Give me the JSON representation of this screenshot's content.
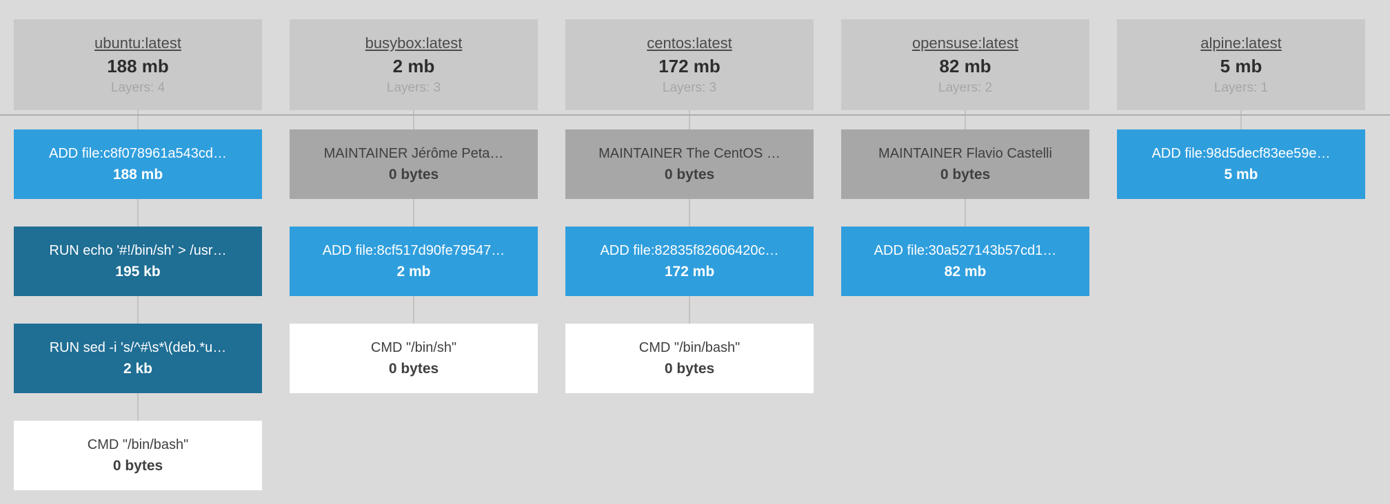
{
  "page": {
    "background": "#dadada",
    "divider_color": "#adadad",
    "connector_color": "#c2c2c2",
    "header_background": "#c9c9c9"
  },
  "colors": {
    "blue": "#2f9edd",
    "teal": "#1f6e94",
    "gray": "#a7a7a7",
    "white": "#ffffff",
    "text_on_color": "#ffffff",
    "text_on_light": "#3f3f3f"
  },
  "columns": [
    {
      "image": "ubuntu:latest",
      "size": "188 mb",
      "layers_label": "Layers: 4",
      "layers": [
        {
          "command": "ADD file:c8f078961a543cd…",
          "size": "188 mb",
          "type": "blue"
        },
        {
          "command": "RUN echo '#!/bin/sh' > /usr…",
          "size": "195 kb",
          "type": "teal"
        },
        {
          "command": "RUN sed -i 's/^#\\s*\\(deb.*u…",
          "size": "2 kb",
          "type": "teal"
        },
        {
          "command": "CMD \"/bin/bash\"",
          "size": "0 bytes",
          "type": "white"
        }
      ]
    },
    {
      "image": "busybox:latest",
      "size": "2 mb",
      "layers_label": "Layers: 3",
      "layers": [
        {
          "command": "MAINTAINER Jérôme Peta…",
          "size": "0 bytes",
          "type": "gray"
        },
        {
          "command": "ADD file:8cf517d90fe79547…",
          "size": "2 mb",
          "type": "blue"
        },
        {
          "command": "CMD \"/bin/sh\"",
          "size": "0 bytes",
          "type": "white"
        }
      ]
    },
    {
      "image": "centos:latest",
      "size": "172 mb",
      "layers_label": "Layers: 3",
      "layers": [
        {
          "command": "MAINTAINER The CentOS …",
          "size": "0 bytes",
          "type": "gray"
        },
        {
          "command": "ADD file:82835f82606420c…",
          "size": "172 mb",
          "type": "blue"
        },
        {
          "command": "CMD \"/bin/bash\"",
          "size": "0 bytes",
          "type": "white"
        }
      ]
    },
    {
      "image": "opensuse:latest",
      "size": "82 mb",
      "layers_label": "Layers: 2",
      "layers": [
        {
          "command": "MAINTAINER Flavio Castelli",
          "size": "0 bytes",
          "type": "gray"
        },
        {
          "command": "ADD file:30a527143b57cd1…",
          "size": "82 mb",
          "type": "blue"
        }
      ]
    },
    {
      "image": "alpine:latest",
      "size": "5 mb",
      "layers_label": "Layers: 1",
      "layers": [
        {
          "command": "ADD file:98d5decf83ee59e…",
          "size": "5 mb",
          "type": "blue"
        }
      ]
    }
  ]
}
